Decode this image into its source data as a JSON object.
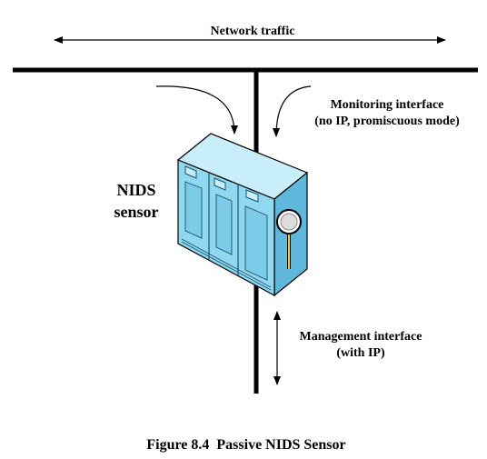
{
  "diagram": {
    "network_label": "Network traffic",
    "monitoring_label_line1": "Monitoring interface",
    "monitoring_label_line2": "(no IP, promiscuous mode)",
    "sensor_label_line1": "NIDS",
    "sensor_label_line2": "sensor",
    "management_label_line1": "Management interface",
    "management_label_line2": "(with IP)",
    "caption": "Figure 8.4  Passive NIDS Sensor"
  },
  "colors": {
    "sensor_front": "#8fd8f0",
    "sensor_top": "#c8eefa",
    "sensor_side": "#5fb8dc",
    "line": "#000000"
  }
}
